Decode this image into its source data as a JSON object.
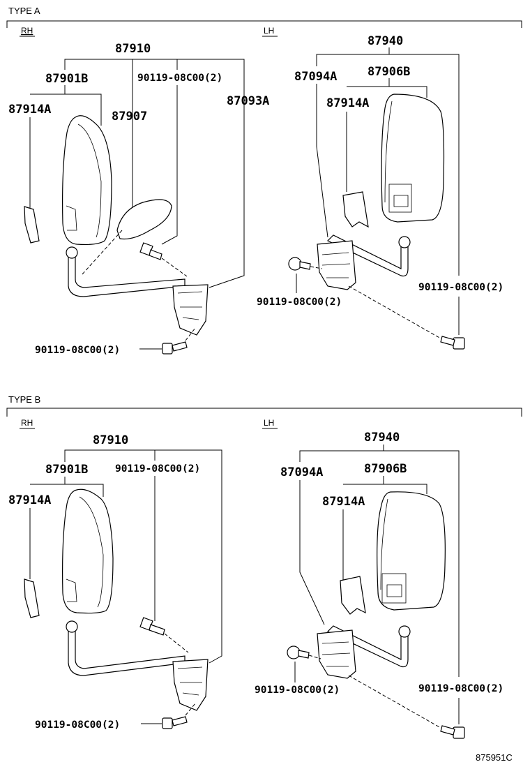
{
  "sections": [
    {
      "title": "TYPE A",
      "rh_label": "RH",
      "lh_label": "LH",
      "rh": {
        "assy": "87910",
        "sub_assy": "87901B",
        "cover": "87914A",
        "lamp": "87907",
        "bolt_top": "90119-08C00(2)",
        "bracket": "87093A",
        "bolt_bottom": "90119-08C00(2)"
      },
      "lh": {
        "assy": "87940",
        "stay": "87094A",
        "sub_assy": "87906B",
        "cover": "87914A",
        "bolt_left": "90119-08C00(2)",
        "bolt_right": "90119-08C00(2)"
      }
    },
    {
      "title": "TYPE B",
      "rh_label": "RH",
      "lh_label": "LH",
      "rh": {
        "assy": "87910",
        "sub_assy": "87901B",
        "cover": "87914A",
        "bolt_top": "90119-08C00(2)",
        "bolt_bottom": "90119-08C00(2)"
      },
      "lh": {
        "assy": "87940",
        "stay": "87094A",
        "sub_assy": "87906B",
        "cover": "87914A",
        "bolt_left": "90119-08C00(2)",
        "bolt_right": "90119-08C00(2)"
      }
    }
  ],
  "figure_code": "875951C"
}
